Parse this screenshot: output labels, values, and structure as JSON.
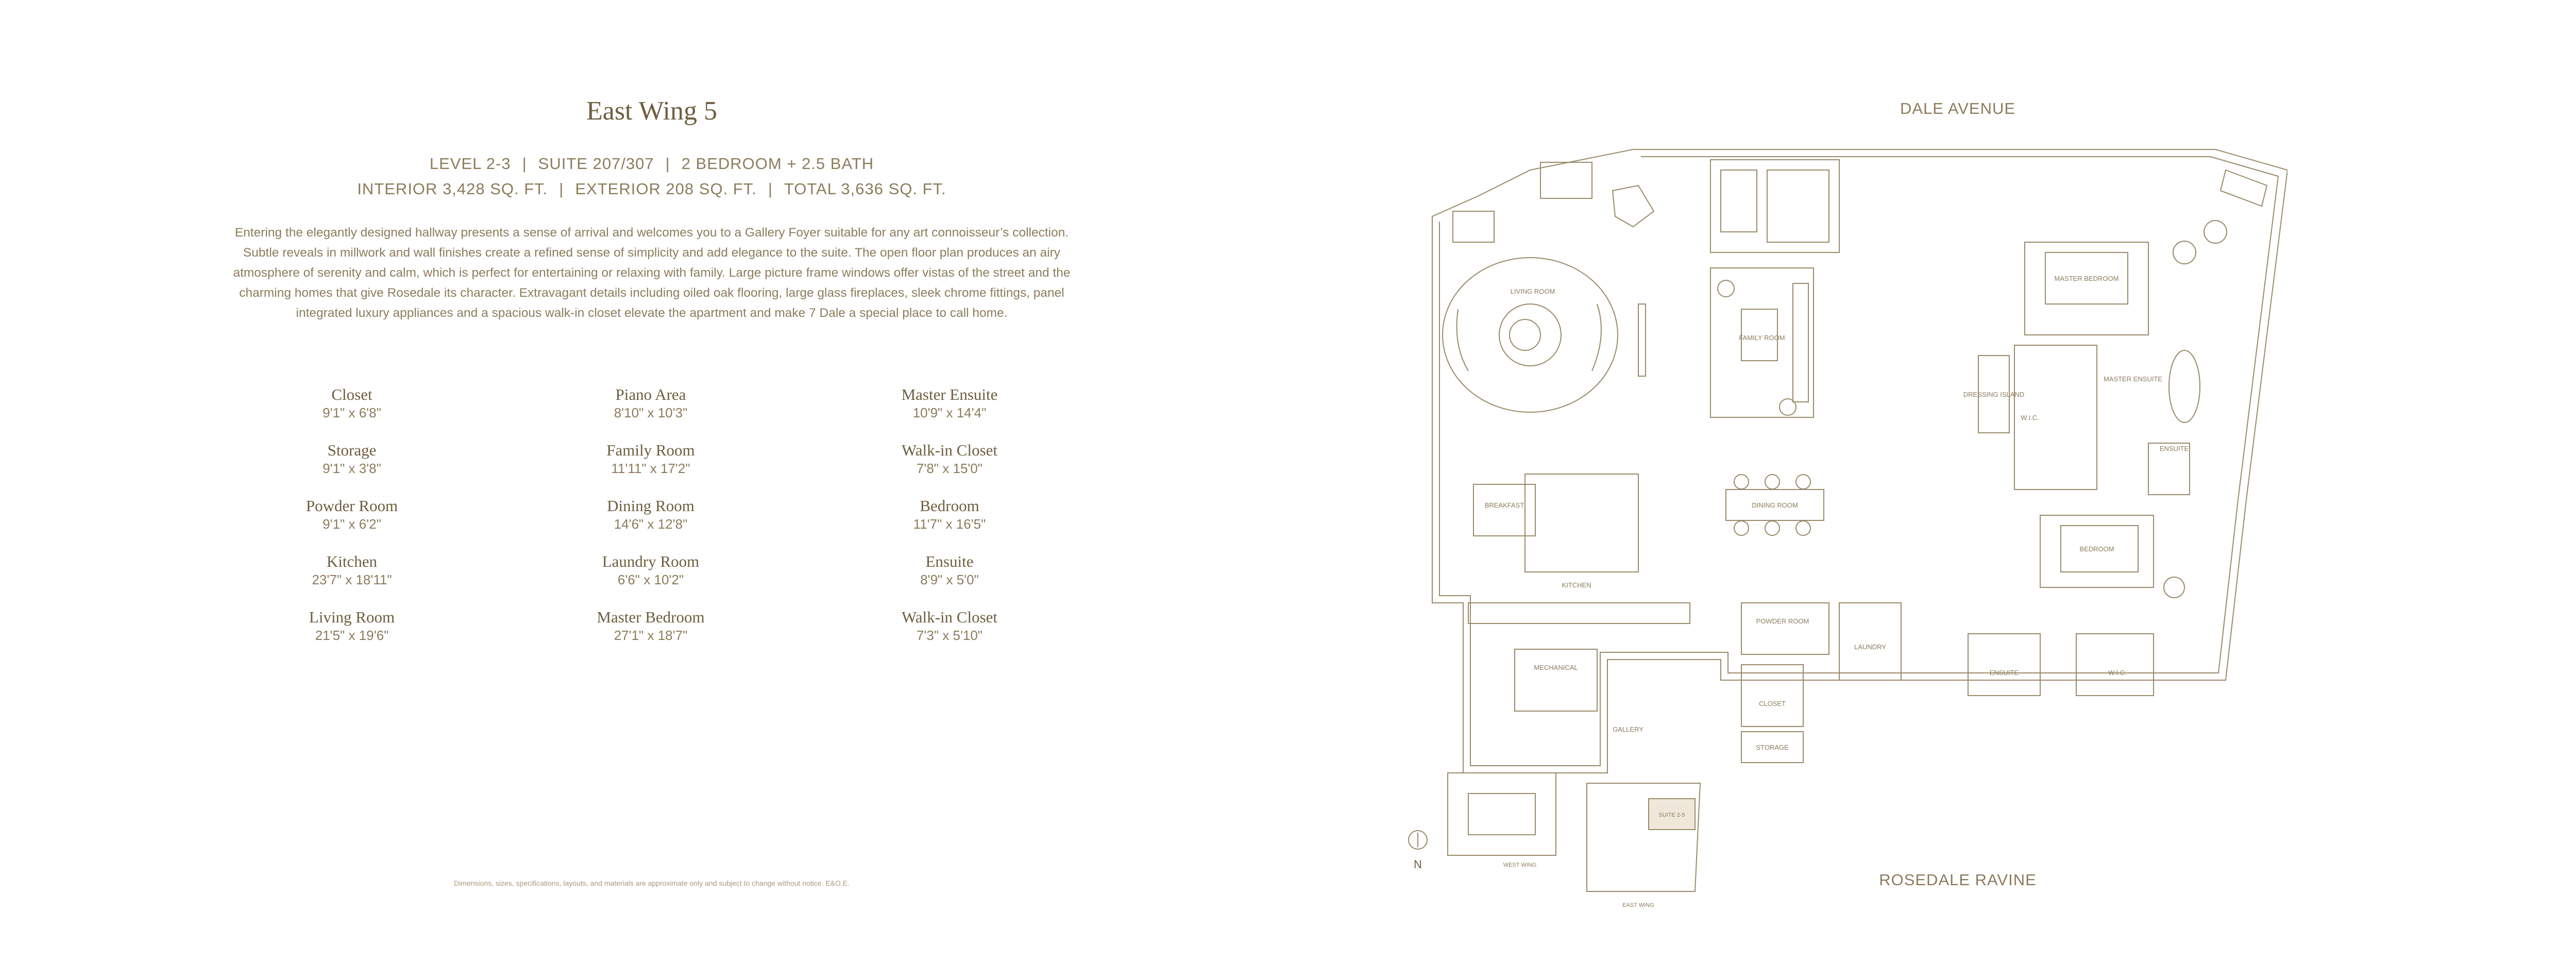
{
  "title": "East Wing 5",
  "specs": {
    "level": "LEVEL 2-3",
    "suite": "SUITE 207/307",
    "bedrooms": "2 BEDROOM + 2.5 BATH",
    "interior": "INTERIOR 3,428 SQ. FT.",
    "exterior": "EXTERIOR 208 SQ. FT.",
    "total": "TOTAL 3,636 SQ. FT.",
    "separator": "|"
  },
  "description": "Entering the elegantly designed hallway presents a sense of arrival and welcomes you to a Gallery Foyer suitable for any art connoisseur’s collection. Subtle reveals in millwork and wall finishes create a refined sense of simplicity and add elegance to the suite. The open floor plan produces an airy atmosphere of serenity and calm, which is perfect for entertaining or relaxing with family. Large picture frame windows offer vistas of the street and the charming homes that give Rosedale its character. Extravagant details including oiled oak flooring, large glass fireplaces, sleek chrome fittings, panel integrated luxury appliances and a spacious walk-in closet elevate the apartment and make 7 Dale a special place to call home.",
  "rooms": {
    "col1": [
      {
        "name": "Closet",
        "dim": "9'1\" x 6'8\""
      },
      {
        "name": "Storage",
        "dim": "9'1\" x 3'8\""
      },
      {
        "name": "Powder Room",
        "dim": "9'1\" x 6'2\""
      },
      {
        "name": "Kitchen",
        "dim": "23'7\" x 18'11\""
      },
      {
        "name": "Living Room",
        "dim": "21'5\" x 19'6\""
      }
    ],
    "col2": [
      {
        "name": "Piano Area",
        "dim": "8'10\" x 10'3\""
      },
      {
        "name": "Family Room",
        "dim": "11'11\" x 17'2\""
      },
      {
        "name": "Dining Room",
        "dim": "14'6\" x 12'8\""
      },
      {
        "name": "Laundry Room",
        "dim": "6'6\" x 10'2\""
      },
      {
        "name": "Master Bedroom",
        "dim": "27'1\" x 18'7\""
      }
    ],
    "col3": [
      {
        "name": "Master Ensuite",
        "dim": "10'9\" x 14'4\""
      },
      {
        "name": "Walk-in Closet",
        "dim": "7'8\" x 15'0\""
      },
      {
        "name": "Bedroom",
        "dim": "11'7\" x 16'5\""
      },
      {
        "name": "Ensuite",
        "dim": "8'9\" x 5'0\""
      },
      {
        "name": "Walk-in Closet",
        "dim": "7'3\" x 5'10\""
      }
    ]
  },
  "disclaimer": "Dimensions, sizes, specifications, layouts, and materials are approximate only and subject to change without notice. E&O.E.",
  "streets": {
    "top": "DALE AVENUE",
    "bottom": "ROSEDALE RAVINE"
  },
  "plan_labels": {
    "living_room": "LIVING ROOM",
    "family_room": "FAMILY ROOM",
    "master_bedroom": "MASTER BEDROOM",
    "dressing_island": "DRESSING ISLAND",
    "wic": "W.I.C.",
    "master_ensuite": "MASTER ENSUITE",
    "ensuite": "ENSUITE",
    "breakfast": "BREAKFAST",
    "dining_room": "DINING ROOM",
    "bedroom": "BEDROOM",
    "kitchen": "KITCHEN",
    "powder_room": "POWDER ROOM",
    "laundry": "LAUNDRY",
    "mechanical": "MECHANICAL",
    "gallery": "GALLERY",
    "closet": "CLOSET",
    "storage": "STORAGE"
  },
  "keyplan_labels": {
    "west_wing": "WEST WING",
    "east_wing": "EAST WING",
    "suite": "SUITE 2-5",
    "north": "N"
  },
  "colors": {
    "text": "#7a6a4c",
    "line": "#9a8a6a"
  }
}
